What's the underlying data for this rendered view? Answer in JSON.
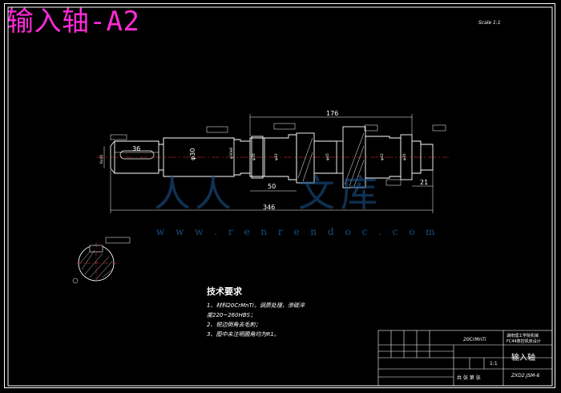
{
  "title": "输入轴-A2",
  "scale_note": "Scale 1:1",
  "watermark": {
    "url": "w w w . r e n r e n d o c . c o m",
    "glyph_1": "人",
    "glyph_2": "人",
    "glyph_3": "文",
    "glyph_4": "库"
  },
  "dimensions": {
    "d176": "176",
    "d346": "346",
    "d50": "50",
    "d21": "21",
    "d36": "36",
    "phi30": "φ30"
  },
  "tech_requirements": {
    "heading": "技术要求",
    "line1": "1、材料20CrMnTi，调质处理，渗碳淬",
    "line1b": "度220~260HBS；",
    "line2": "2、锐边倒角去毛刺；",
    "line3": "3、图中未注明圆角均为R1。"
  },
  "title_block": {
    "material": "20CrMnTi",
    "school": "湖南理工学院机械",
    "project": "FC44数控机床设计",
    "part_name": "输入轴",
    "drawing_no": "ZXD2.JSM-6",
    "scale": "1:1",
    "sheet": "共 张 第 张"
  }
}
